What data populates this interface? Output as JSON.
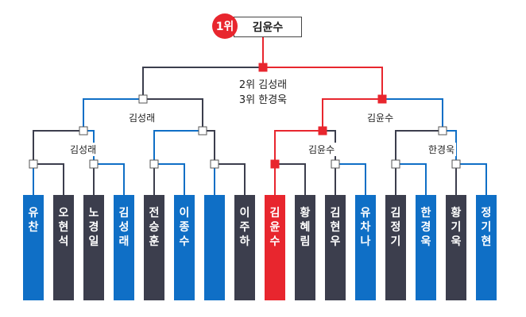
{
  "champion": {
    "badge": "1위",
    "name": "김윤수"
  },
  "standings": {
    "second": "2위 김성래",
    "third": "3위 한경욱"
  },
  "colors": {
    "blue": "#0f6fc6",
    "dark": "#3c3e4d",
    "red": "#e8262e",
    "line_dark": "#3c3e4d"
  },
  "match_labels": {
    "sf_left": "김성래",
    "sf_right": "김윤수",
    "qf_1": "김성래",
    "qf_3": "김윤수",
    "qf_4": "한경욱"
  },
  "players": [
    {
      "name": "유찬",
      "color": "blue"
    },
    {
      "name": "오현석",
      "color": "dark"
    },
    {
      "name": "노경일",
      "color": "dark"
    },
    {
      "name": "김성래",
      "color": "blue"
    },
    {
      "name": "전승훈",
      "color": "dark"
    },
    {
      "name": "이종수",
      "color": "blue"
    },
    {
      "name": "",
      "color": "blue"
    },
    {
      "name": "이주하",
      "color": "dark"
    },
    {
      "name": "김윤수",
      "color": "red"
    },
    {
      "name": "황혜림",
      "color": "dark"
    },
    {
      "name": "김현우",
      "color": "dark"
    },
    {
      "name": "유차나",
      "color": "blue"
    },
    {
      "name": "김정기",
      "color": "dark"
    },
    {
      "name": "한경욱",
      "color": "blue"
    },
    {
      "name": "황기욱",
      "color": "dark"
    },
    {
      "name": "정기현",
      "color": "blue"
    }
  ]
}
